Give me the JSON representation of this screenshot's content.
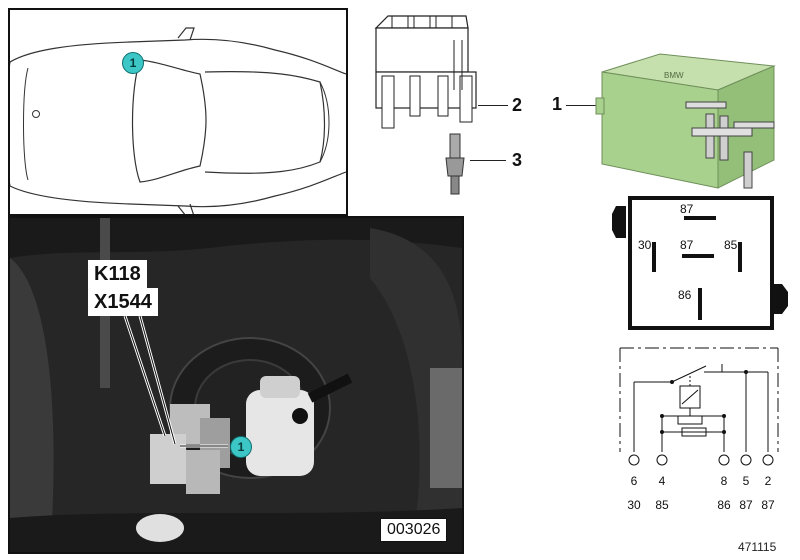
{
  "callouts": {
    "car_marker": "1",
    "photo_marker": "1"
  },
  "parts": {
    "part_1": "1",
    "part_2": "2",
    "part_3": "3"
  },
  "photo": {
    "tag_line1": "K118",
    "tag_line2": "X1544",
    "image_number": "003026"
  },
  "relay_pinout": {
    "pins": [
      "87",
      "30",
      "87",
      "85",
      "86"
    ]
  },
  "schematic": {
    "pin_numbers": [
      "6",
      "4",
      "8",
      "5",
      "2"
    ],
    "terminal_labels": [
      "30",
      "85",
      "86",
      "87",
      "87"
    ]
  },
  "diagram_id": "471115",
  "colors": {
    "callout_fill": "#3cc6c6",
    "relay_green": "#a9d18e"
  }
}
